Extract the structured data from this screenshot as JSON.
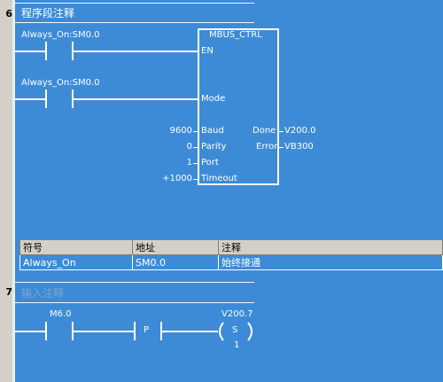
{
  "network6": {
    "number": "6",
    "comment": "程序段注释",
    "contact1_label": "Always_On:SM0.0",
    "contact2_label": "Always_On:SM0.0",
    "block": {
      "title": "MBUS_CTRL",
      "pin_en": "EN",
      "pin_mode": "Mode",
      "pin_baud": "Baud",
      "pin_parity": "Parity",
      "pin_port": "Port",
      "pin_timeout": "Timeout",
      "pin_done": "Done",
      "pin_error": "Error"
    },
    "params": {
      "baud": "9600",
      "parity": "0",
      "port": "1",
      "timeout": "+1000",
      "done": "V200.0",
      "error": "VB300"
    },
    "symbol_table": {
      "headers": [
        "符号",
        "地址",
        "注释"
      ],
      "rows": [
        [
          "Always_On",
          "SM0.0",
          "始终接通"
        ]
      ]
    }
  },
  "network7": {
    "number": "7",
    "comment": "输入注释",
    "contact_label": "M6.0",
    "p_label": "P",
    "coil_label": "V200.7",
    "coil_type": "S",
    "coil_count": "1"
  },
  "colors": {
    "background": "#3d8bd6",
    "rail": "#d4d0c8",
    "ladder": "#ffffff",
    "comment_dim": "#7aa6d2"
  }
}
